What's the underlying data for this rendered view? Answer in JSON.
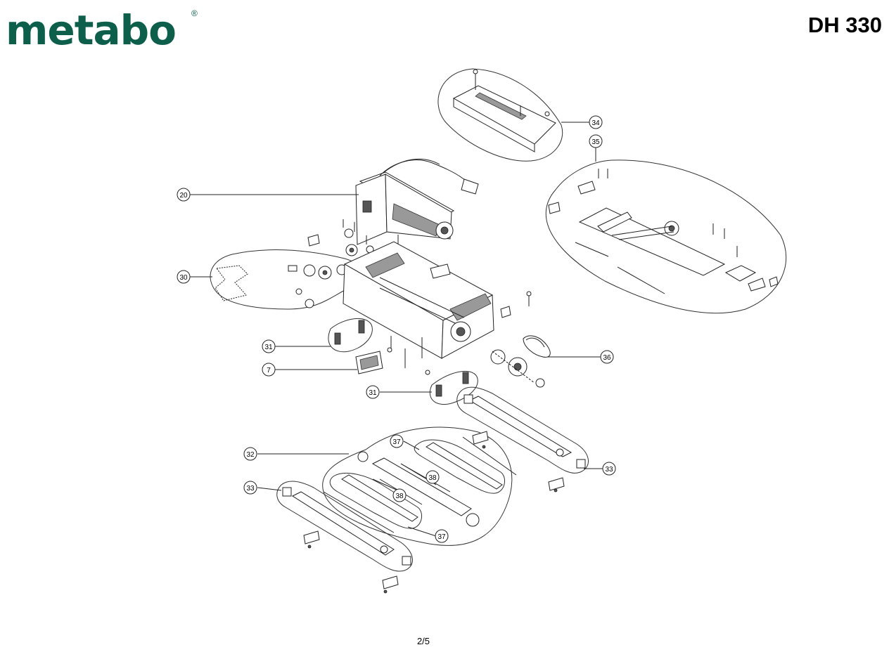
{
  "brand": {
    "logo_text": "metabo",
    "registered_mark": "®",
    "color": "#0e5e4c"
  },
  "model": "DH 330",
  "page": "2/5",
  "callouts": [
    "34",
    "35",
    "20",
    "30",
    "31",
    "7",
    "36",
    "31",
    "37",
    "33",
    "32",
    "38",
    "33",
    "38",
    "37"
  ]
}
